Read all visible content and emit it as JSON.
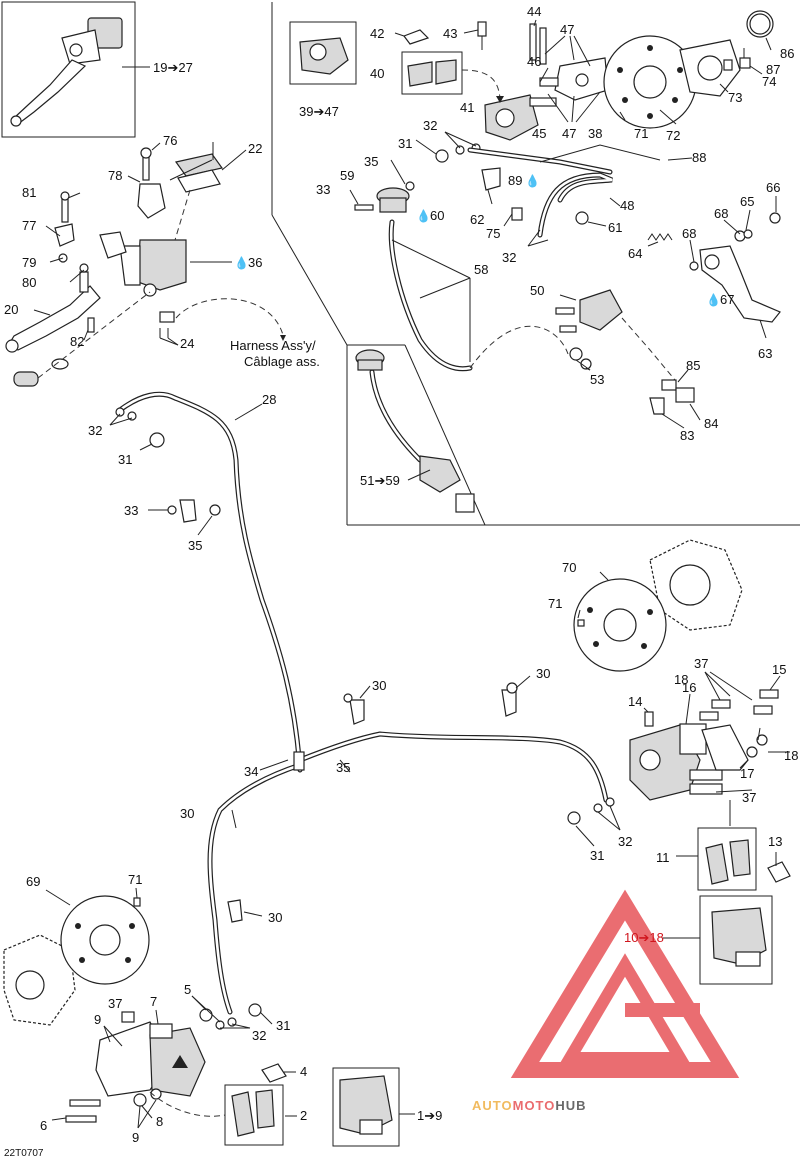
{
  "diagram": {
    "code": "22T0707",
    "harness_label_1": "Harness Ass'y/",
    "harness_label_2": "Câblage ass.",
    "watermark": {
      "part1": "AUTO",
      "part2": "MOTO",
      "part3": "HUB",
      "color1": "#f0b24a",
      "color2": "#e8585b",
      "color3": "#555555"
    },
    "colors": {
      "highlight": "#d0161e",
      "watermark_triangle": "#e85a5e"
    },
    "callouts": {
      "c19_27": "19➔27",
      "c39_47": "39➔47",
      "c51_59": "51➔59",
      "c1_9": "1➔9",
      "c10_18": "10➔18",
      "n22": "22",
      "n76": "76",
      "n78": "78",
      "n81": "81",
      "n77": "77",
      "n79": "79",
      "n80": "80",
      "n36": "36",
      "n20": "20",
      "n82": "82",
      "n24": "24",
      "n42": "42",
      "n43": "43",
      "n44": "44",
      "n47a": "47",
      "n46": "46",
      "n40": "40",
      "n41": "41",
      "n45": "45",
      "n47b": "47",
      "n38": "38",
      "n71a": "71",
      "n72": "72",
      "n73": "73",
      "n74": "74",
      "n86": "86",
      "n87": "87",
      "n31a": "31",
      "n32a": "32",
      "n35a": "35",
      "n59": "59",
      "n33a": "33",
      "n60": "60",
      "n88": "88",
      "n89": "89",
      "n48": "48",
      "n62": "62",
      "n75": "75",
      "n61": "61",
      "n32b": "32",
      "n58": "58",
      "n66": "66",
      "n65": "65",
      "n68a": "68",
      "n68b": "68",
      "n64": "64",
      "n67": "67",
      "n50": "50",
      "n63": "63",
      "n53": "53",
      "n85": "85",
      "n84": "84",
      "n83": "83",
      "n28": "28",
      "n32c": "32",
      "n31b": "31",
      "n33b": "33",
      "n35b": "35",
      "n70": "70",
      "n71b": "71",
      "n30a": "30",
      "n30b": "30",
      "n37a": "37",
      "n15": "15",
      "n18a": "18",
      "n16": "16",
      "n14": "14",
      "n18b": "18",
      "n17": "17",
      "n37b": "37",
      "n34": "34",
      "n35c": "35",
      "n30c": "30",
      "n32d": "32",
      "n31c": "31",
      "n11": "11",
      "n13": "13",
      "n69": "69",
      "n71c": "71",
      "n30d": "30",
      "n5": "5",
      "n7": "7",
      "n37c": "37",
      "n9a": "9",
      "n32e": "32",
      "n31d": "31",
      "n4": "4",
      "n6": "6",
      "n2": "2",
      "n8": "8",
      "n9b": "9"
    }
  }
}
